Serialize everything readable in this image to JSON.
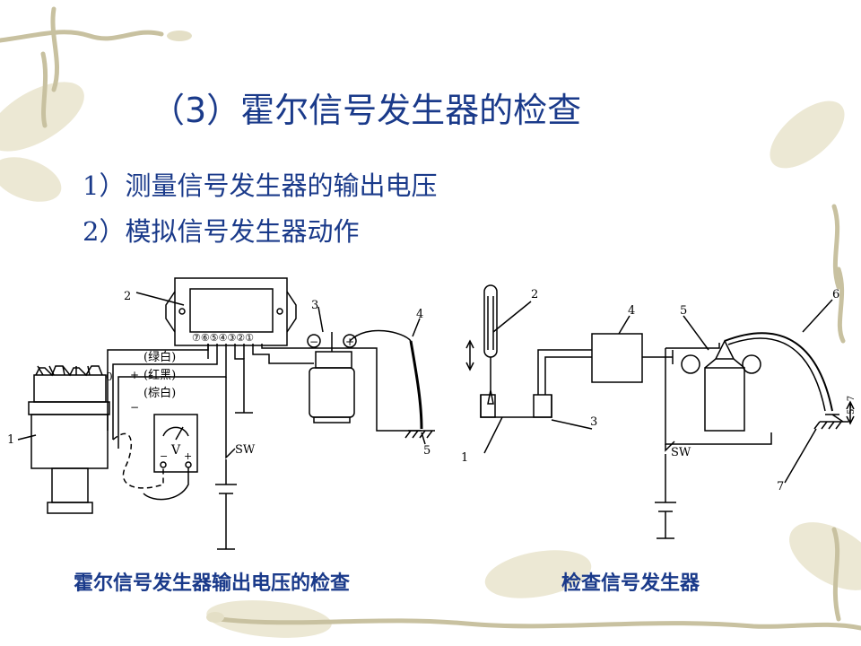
{
  "slide": {
    "title": "（3）霍尔信号发生器的检查",
    "bullets": [
      "1）测量信号发生器的输出电压",
      "2）模拟信号发生器动作"
    ],
    "captions": [
      "霍尔信号发生器输出电压的检查",
      "检查信号发生器"
    ]
  },
  "left_diagram": {
    "callouts": [
      "1",
      "2",
      "3",
      "4",
      "5"
    ],
    "wire_labels": [
      "(绿白)",
      "(红黑)",
      "(棕白)",
      "0",
      "+",
      "−"
    ],
    "terminals": "⑦⑥⑤④③②①",
    "polarity": [
      "−",
      "+"
    ],
    "meter_label": "V",
    "meter_terminals": [
      "−",
      "+"
    ],
    "switch_label": "SW"
  },
  "right_diagram": {
    "callouts": [
      "1",
      "2",
      "3",
      "4",
      "5",
      "6",
      "7"
    ],
    "switch_label": "SW",
    "gap_label": "5~7"
  },
  "colors": {
    "text_blue": "#1a3a8a",
    "vine": "#c8c1a0",
    "leaf": "#e4dfc6",
    "line": "#000000"
  }
}
